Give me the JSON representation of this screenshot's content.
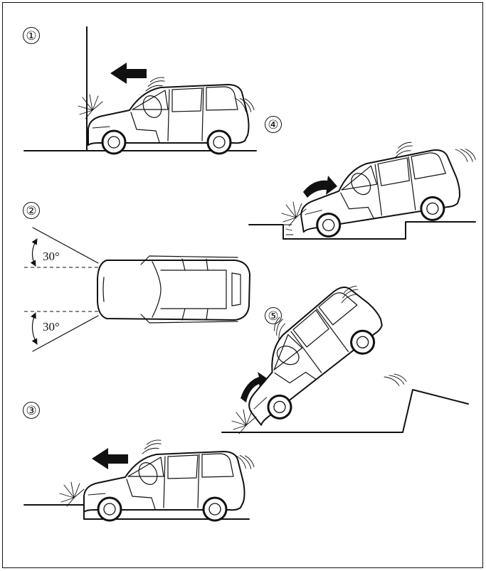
{
  "figure": {
    "scenarios": [
      {
        "id": "1",
        "label": "①"
      },
      {
        "id": "2",
        "label": "②"
      },
      {
        "id": "3",
        "label": "③"
      },
      {
        "id": "4",
        "label": "④"
      },
      {
        "id": "5",
        "label": "⑤"
      }
    ],
    "angles": {
      "upper": "30°",
      "lower": "30°"
    }
  }
}
